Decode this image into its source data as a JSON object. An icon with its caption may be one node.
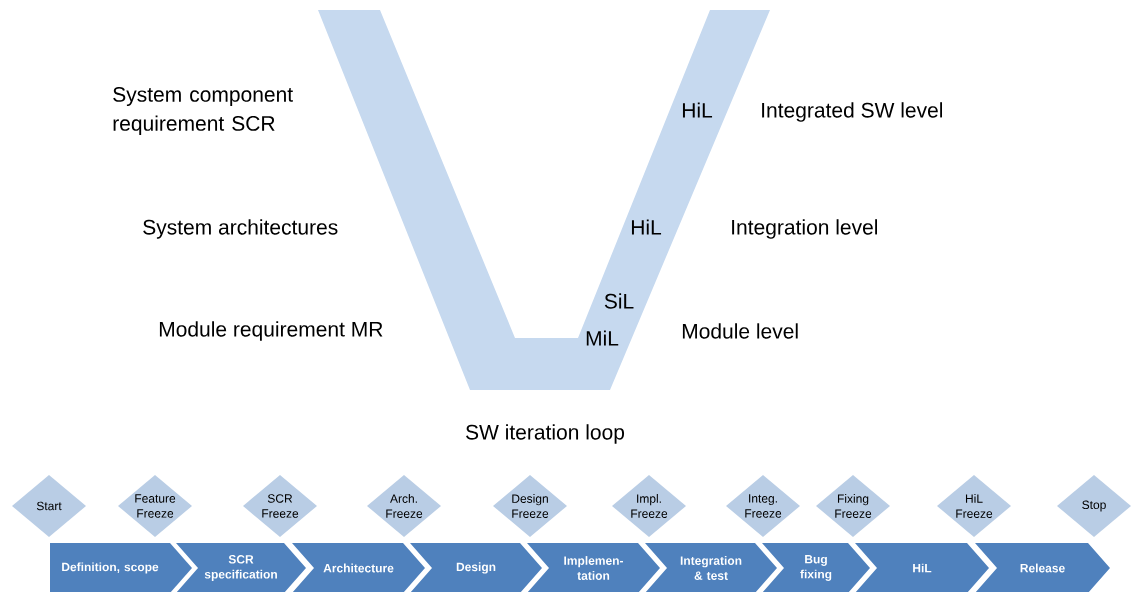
{
  "diagram": {
    "nodes": [
      {
        "text": [
          "Start"
        ]
      },
      {
        "text": [
          "Feature Freeze"
        ]
      },
      {
        "text": [
          "SCR Freeze"
        ]
      },
      {
        "text": [
          "Arch. Freeze"
        ]
      },
      {
        "text": [
          "Design Freeze"
        ]
      },
      {
        "text": [
          "Impl. Freeze"
        ]
      },
      {
        "text": [
          "Integ. Freeze"
        ]
      },
      {
        "text": [
          "Fixing Freeze"
        ]
      },
      {
        "text": [
          "HiL Freeze"
        ]
      },
      {
        "text": [
          "Stop"
        ]
      },
      {
        "text": [
          "Definition, scope"
        ]
      },
      {
        "text": [
          "SCR specification"
        ]
      },
      {
        "text": [
          "Architecture"
        ]
      },
      {
        "text": [
          "Design"
        ]
      },
      {
        "text": [
          "Implemen- tation"
        ]
      },
      {
        "text": [
          "Integration & test"
        ]
      },
      {
        "text": [
          "Bug fixing"
        ]
      },
      {
        "text": [
          "HiL"
        ]
      },
      {
        "text": [
          "Release"
        ]
      }
    ],
    "labels": [
      "System component requirement SCR",
      "HiL",
      "Integrated SW level",
      "System architectures",
      "HiL",
      "Integration level",
      "SiL",
      "Module requirement MR",
      "MiL",
      "Module level",
      "SW iteration loop"
    ]
  }
}
